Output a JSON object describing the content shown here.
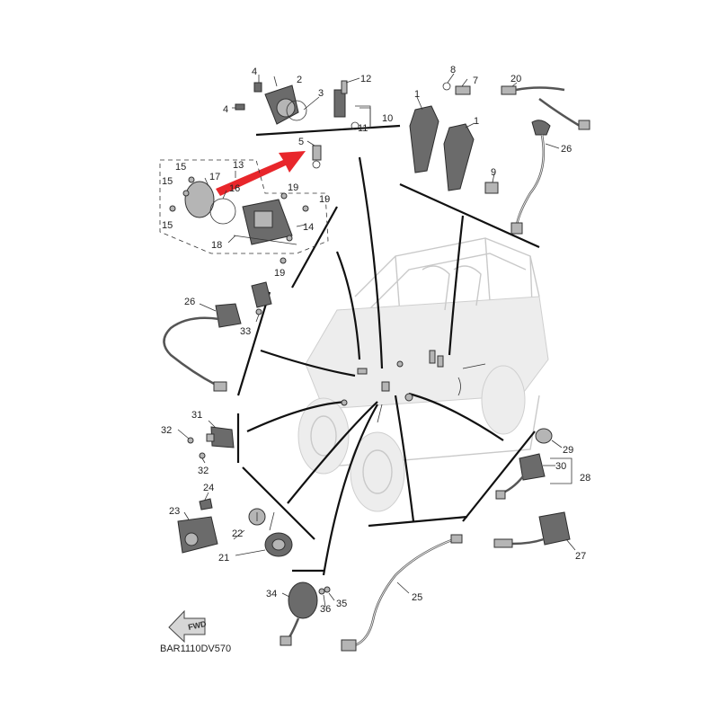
{
  "diagram": {
    "code": "BAR1110DV570",
    "fwd_label": "FWD",
    "highlight_color": "#e8262b",
    "callouts": {
      "c1a": "1",
      "c1b": "1",
      "c2": "2",
      "c3": "3",
      "c4a": "4",
      "c4b": "4",
      "c5": "5",
      "c7": "7",
      "c8": "8",
      "c9": "9",
      "c10": "10",
      "c11": "11",
      "c12": "12",
      "c13": "13",
      "c14": "14",
      "c15a": "15",
      "c15b": "15",
      "c15c": "15",
      "c16": "16",
      "c17": "17",
      "c18": "18",
      "c19a": "19",
      "c19b": "19",
      "c19c": "19",
      "c20": "20",
      "c21": "21",
      "c22": "22",
      "c23": "23",
      "c24": "24",
      "c25": "25",
      "c26a": "26",
      "c26b": "26",
      "c27": "27",
      "c28": "28",
      "c29": "29",
      "c30": "30",
      "c31": "31",
      "c32a": "32",
      "c32b": "32",
      "c33": "33",
      "c34": "34",
      "c35": "35",
      "c36": "36"
    }
  }
}
